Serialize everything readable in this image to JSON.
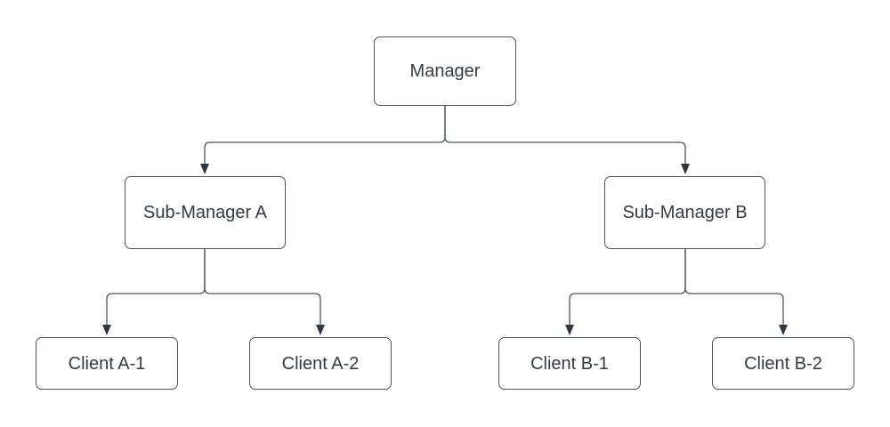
{
  "diagram": {
    "type": "org-chart",
    "title": "",
    "colors": {
      "background": "#ffffff",
      "node_fill": "#ffffff",
      "node_border": "#4d545b",
      "connector": "#4d545b",
      "arrowhead": "#2f3742",
      "text": "#343a46"
    },
    "nodes": [
      {
        "id": "manager",
        "label": "Manager",
        "level": 0
      },
      {
        "id": "sub-manager-a",
        "label": "Sub-Manager A",
        "level": 1,
        "parent": "manager"
      },
      {
        "id": "sub-manager-b",
        "label": "Sub-Manager B",
        "level": 1,
        "parent": "manager"
      },
      {
        "id": "client-a-1",
        "label": "Client A-1",
        "level": 2,
        "parent": "sub-manager-a"
      },
      {
        "id": "client-a-2",
        "label": "Client A-2",
        "level": 2,
        "parent": "sub-manager-a"
      },
      {
        "id": "client-b-1",
        "label": "Client B-1",
        "level": 2,
        "parent": "sub-manager-b"
      },
      {
        "id": "client-b-2",
        "label": "Client B-2",
        "level": 2,
        "parent": "sub-manager-b"
      }
    ],
    "edges": [
      {
        "from": "manager",
        "to": "sub-manager-a",
        "arrow": "down"
      },
      {
        "from": "manager",
        "to": "sub-manager-b",
        "arrow": "down"
      },
      {
        "from": "sub-manager-a",
        "to": "client-a-1",
        "arrow": "down"
      },
      {
        "from": "sub-manager-a",
        "to": "client-a-2",
        "arrow": "down"
      },
      {
        "from": "sub-manager-b",
        "to": "client-b-1",
        "arrow": "down"
      },
      {
        "from": "sub-manager-b",
        "to": "client-b-2",
        "arrow": "down"
      }
    ]
  }
}
